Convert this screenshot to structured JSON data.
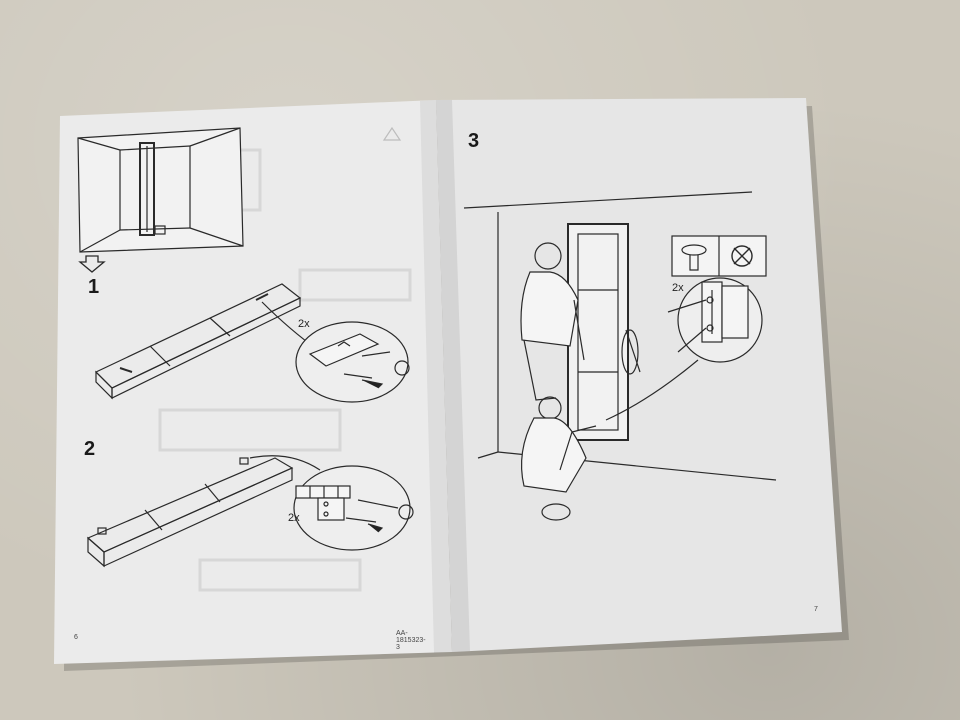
{
  "booklet": {
    "left_page": {
      "steps": [
        {
          "number": "1",
          "fastener_count": "2x"
        },
        {
          "number": "2",
          "fastener_count": "2x"
        }
      ],
      "page_number": "6",
      "doc_code": "AA-1815323-3"
    },
    "right_page": {
      "steps": [
        {
          "number": "3",
          "fastener_count": "2x"
        }
      ],
      "page_number": "7"
    }
  },
  "icons": {
    "warning": "warning-triangle-icon",
    "down_arrow": "down-arrow-icon",
    "fit_ok": "fitting-ok-icon",
    "fit_wrong": "fitting-wrong-icon"
  },
  "colors": {
    "paper_left": "#ebebeb",
    "paper_right": "#e8e8e8",
    "ink": "#2a2a2a",
    "background": "#cdc8bc"
  }
}
